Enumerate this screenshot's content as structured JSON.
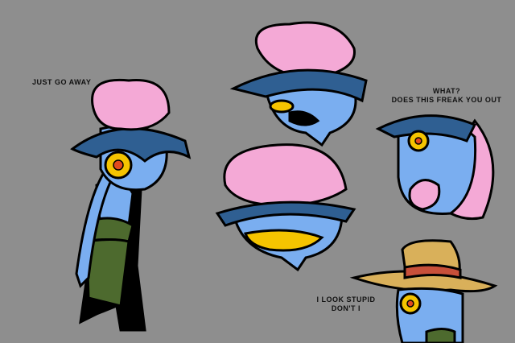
{
  "captions": {
    "left": "JUST GO AWAY",
    "right_top_line1": "WHAT?",
    "right_top_line2": "DOES THIS FREAK YOU OUT",
    "bottom_line1": "I LOOK STUPID",
    "bottom_line2": "DON'T I"
  },
  "colors": {
    "background": "#8e8e8e",
    "skin": "#7aaef0",
    "hair": "#2f5f92",
    "brain": "#f4a9d6",
    "eye": "#f5c400",
    "iris": "#e24a1e",
    "pants": "#4d6a2e",
    "hat": "#d9b05a",
    "hat_band": "#c8503a"
  }
}
